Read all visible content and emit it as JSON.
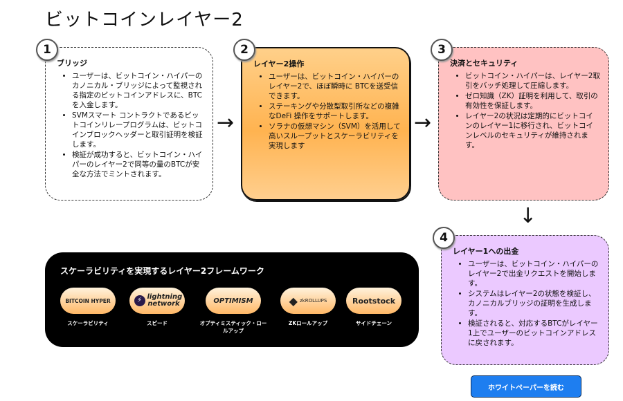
{
  "title": "ビットコインレイヤー2",
  "steps": [
    {
      "num": "1",
      "heading": "ブリッジ",
      "items": [
        "ユーザーは、ビットコイン・ハイパーのカノニカル・ブリッジによって監視される指定のビットコインアドレスに、BTCを入金します。",
        "SVMスマート コントラクトであるビットコインリレープログラムは、ビットコインブロックヘッダーと取引証明を検証します。",
        "検証が成功すると、ビットコイン・ハイパーのレイヤー2で同等の量のBTCが安全な方法でミントされます。"
      ]
    },
    {
      "num": "2",
      "heading": "レイヤー2操作",
      "items": [
        "ユーザーは、ビットコイン・ハイパーのレイヤー2で、ほぼ瞬時に BTCを送受信できます。",
        "ステーキングや分散型取引所などの複雑なDeFi 操作をサポートします。",
        "ソラナの仮想マシン（SVM）を活用して高いスループットとスケーラビリティを実現します"
      ]
    },
    {
      "num": "3",
      "heading": "決済とセキュリティ",
      "items": [
        "ビットコイン・ハイパーは、レイヤー2取引をバッチ処理して圧縮します。",
        "ゼロ知識（ZK）証明を利用して、取引の有効性を保証します。",
        "レイヤー2の状況は定期的にビットコインのレイヤー1に移行され、ビットコインレベルのセキュリティが維持されます。"
      ]
    },
    {
      "num": "4",
      "heading": "レイヤー1への出金",
      "items": [
        "ユーザーは、ビットコイン・ハイパーのレイヤー2で出金リクエストを開始します。",
        "システムはレイヤー2の状態を検証し、カノニカルブリッジの証明を生成します。",
        "検証されると、対応するBTCがレイヤー1上でユーザーのビットコインアドレスに戻されます。"
      ]
    }
  ],
  "frameworks": {
    "heading": "スケーラビリティを実現するレイヤー2フレームワーク",
    "items": [
      {
        "logo": "BITCOIN HYPER",
        "label": "スケーラビリティ"
      },
      {
        "logo": "lightning network",
        "label": "スピード"
      },
      {
        "logo": "OPTIMISM",
        "label": "オプティミスティック・ロールアップ"
      },
      {
        "logo": "zkROLLUPS",
        "label": "ZKロールアップ"
      },
      {
        "logo": "Rootstock",
        "label": "サイドチェーン"
      }
    ]
  },
  "cta": "ホワイトペーパーを読む",
  "icons": {
    "arrow_right": "→",
    "arrow_down": "↓"
  }
}
